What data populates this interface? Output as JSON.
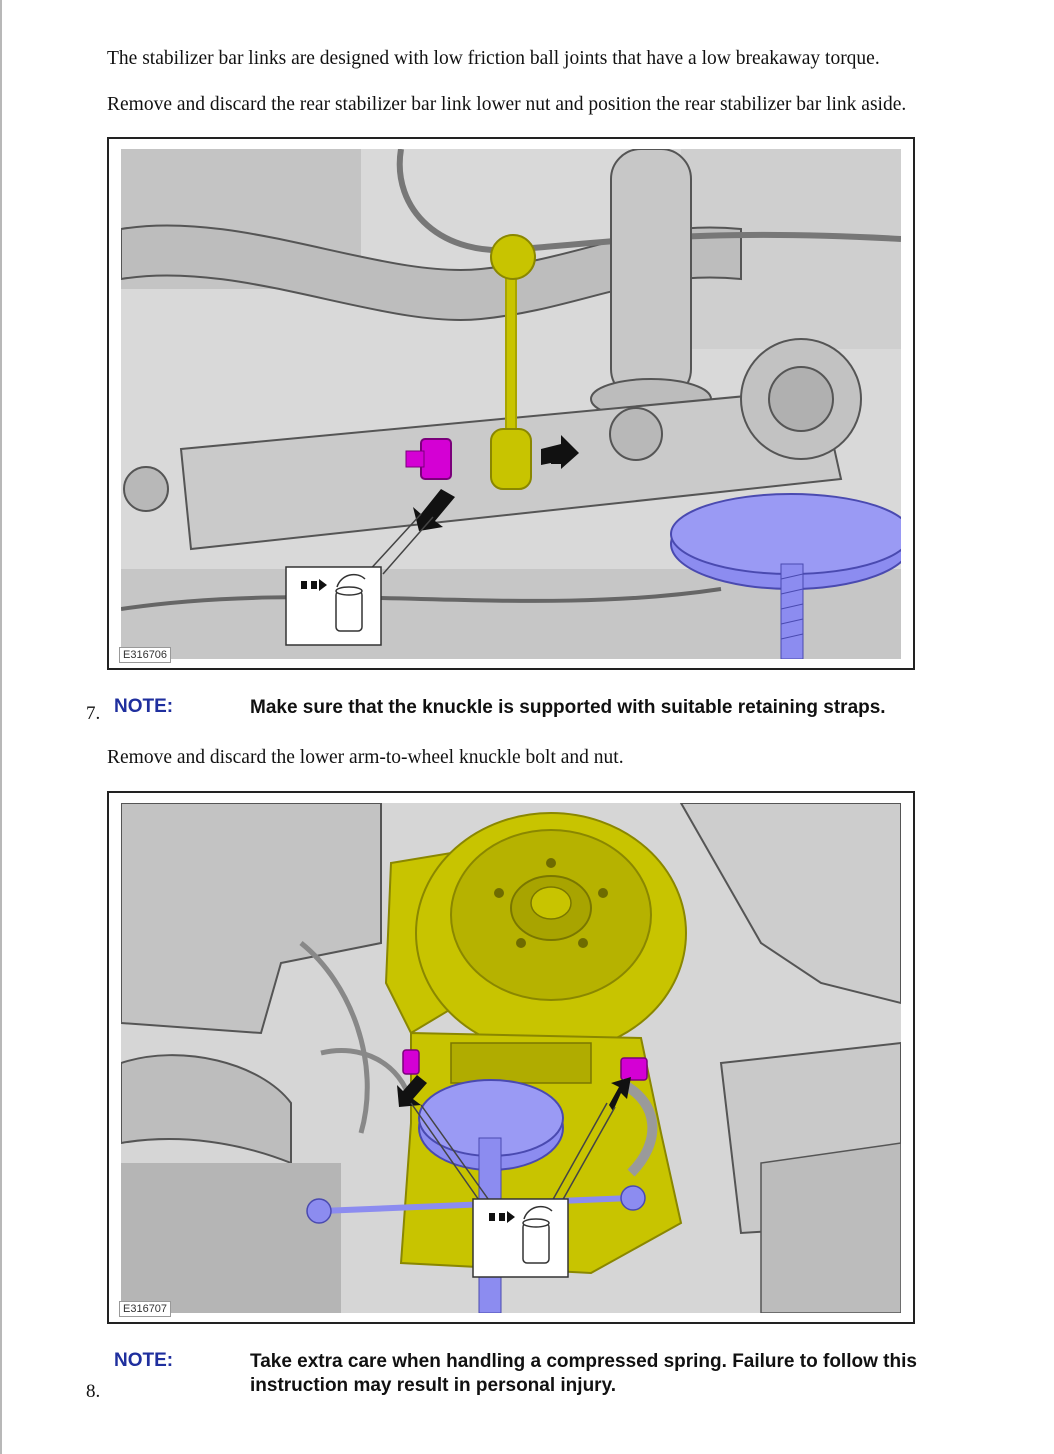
{
  "intro": {
    "line1": "The stabilizer bar links are designed with low friction ball joints that have a low breakaway torque.",
    "line2": "Remove and discard the rear stabilizer bar link lower nut and position the rear stabilizer bar link aside."
  },
  "figure1": {
    "id": "E316706"
  },
  "step7": {
    "number": "7.",
    "note_label": "NOTE:",
    "note_text": "Make sure that the knuckle is supported with suitable retaining straps.",
    "instruction": "Remove and discard the lower arm-to-wheel knuckle bolt and nut."
  },
  "figure2": {
    "id": "E316707"
  },
  "step8": {
    "number": "8.",
    "note_label": "NOTE:",
    "note_line1": "Take extra care when handling a compressed spring. Failure to follow this",
    "note_line2": "instruction may result in personal injury."
  },
  "colors": {
    "highlight_yellow": "#c8c400",
    "highlight_magenta": "#d400d4",
    "tool_blue": "#8c8cf0",
    "note_blue": "#1f2f9e"
  }
}
